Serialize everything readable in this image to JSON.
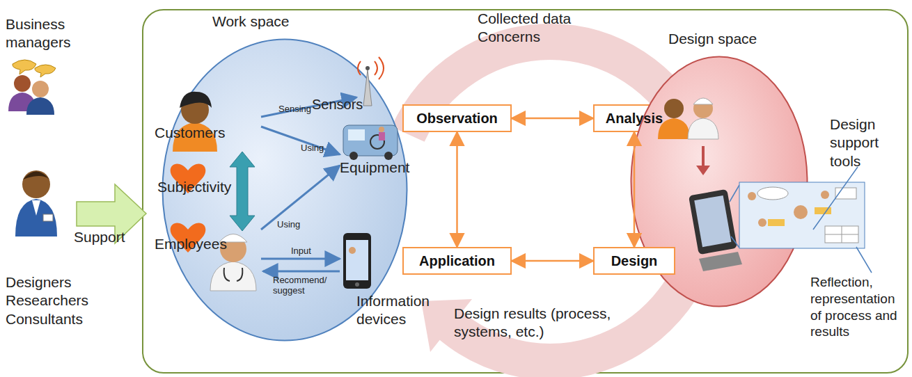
{
  "diagram": {
    "nodes": [
      {
        "text": [
          "Work space"
        ]
      },
      {
        "text": [
          "Observation"
        ]
      },
      {
        "text": [
          "Analysis"
        ]
      },
      {
        "text": [
          "Design space"
        ]
      },
      {
        "text": [
          "Application"
        ]
      },
      {
        "text": [
          "Design"
        ]
      }
    ],
    "edges": [
      {
        "from": 1,
        "to": 2,
        "arrow": "both"
      },
      {
        "from": 2,
        "to": 5,
        "arrow": "both"
      },
      {
        "from": 5,
        "to": 4,
        "arrow": "both"
      },
      {
        "from": 4,
        "to": 1,
        "arrow": "both"
      }
    ],
    "labels": [
      "Business managers",
      "Designers Researchers Consultants",
      "Support",
      "Customers",
      "Subjectivity",
      "Employees",
      "Sensors",
      "Sensing",
      "Using",
      "Using",
      "Equipment",
      "Input",
      "Recommend/ suggest",
      "Information devices",
      "Collected data Concerns",
      "Design results (process, systems, etc.)",
      "Design support tools",
      "Reflection, representation of process and results"
    ]
  }
}
